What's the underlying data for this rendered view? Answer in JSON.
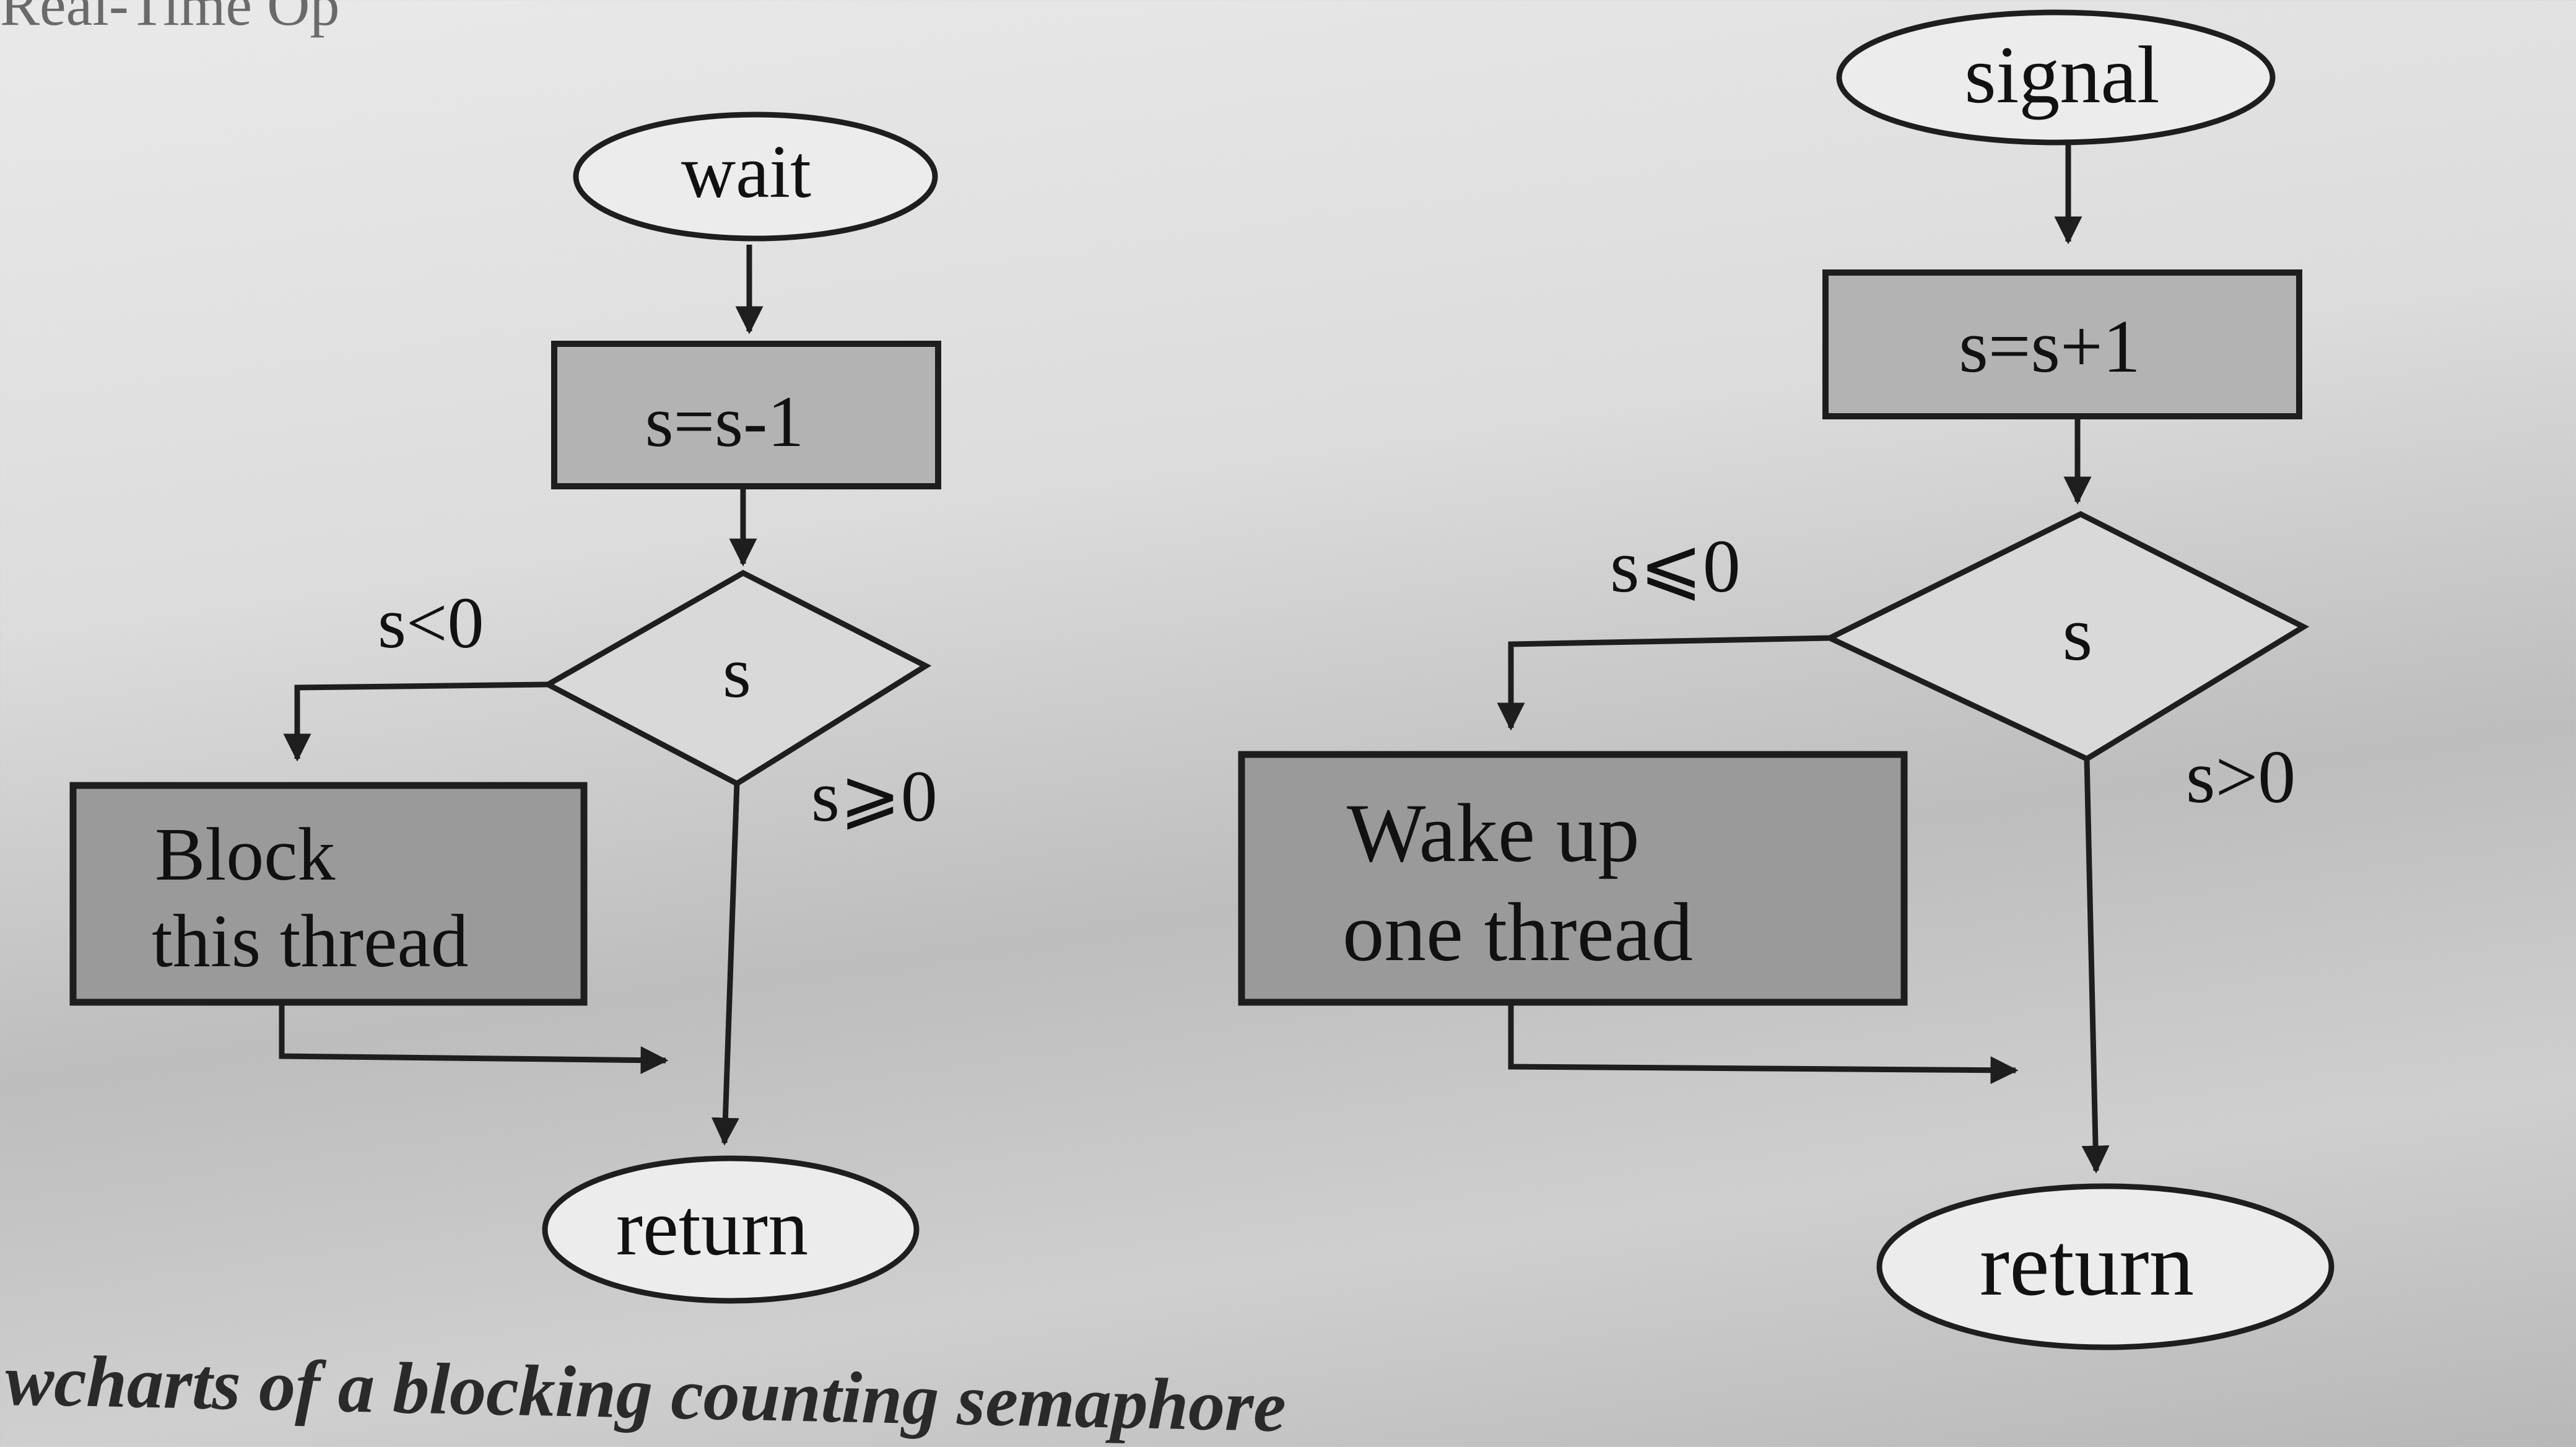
{
  "header": {
    "partial_title": "Real-Time Op"
  },
  "wait_chart": {
    "start": "wait",
    "process": "s=s-1",
    "decision": "s",
    "branch_neg": "s<0",
    "branch_nonneg": "s⩾0",
    "action_line1": "Block",
    "action_line2": "this thread",
    "end": "return"
  },
  "signal_chart": {
    "start": "signal",
    "process": "s=s+1",
    "decision": "s",
    "branch_nonpos": "s⩽0",
    "branch_pos": "s>0",
    "action_line1": "Wake up",
    "action_line2": "one thread",
    "end": "return"
  },
  "caption": "wcharts of a blocking counting semaphore"
}
